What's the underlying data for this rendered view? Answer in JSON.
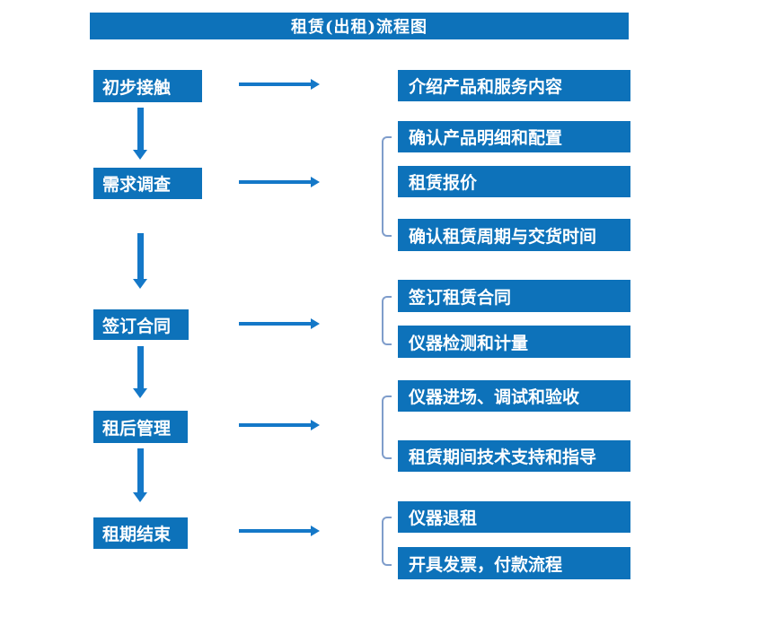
{
  "title": "租赁(出租)流程图",
  "colors": {
    "box_blue": "#0d72ba",
    "arrow_blue": "#1478c8",
    "bracket_blue": "#7f9dcb",
    "text_white": "#ffffff"
  },
  "left_steps": [
    {
      "label": "初步接触"
    },
    {
      "label": "需求调查"
    },
    {
      "label": "签订合同"
    },
    {
      "label": "租后管理"
    },
    {
      "label": "租期结束"
    }
  ],
  "right_items": [
    {
      "label": "介绍产品和服务内容"
    },
    {
      "label": "确认产品明细和配置"
    },
    {
      "label": "租赁报价"
    },
    {
      "label": "确认租赁周期与交货时间"
    },
    {
      "label": "签订租赁合同"
    },
    {
      "label": "仪器检测和计量"
    },
    {
      "label": "仪器进场、调试和验收"
    },
    {
      "label": "租赁期间技术支持和指导"
    },
    {
      "label": "仪器退租"
    },
    {
      "label": "开具发票，付款流程"
    }
  ]
}
